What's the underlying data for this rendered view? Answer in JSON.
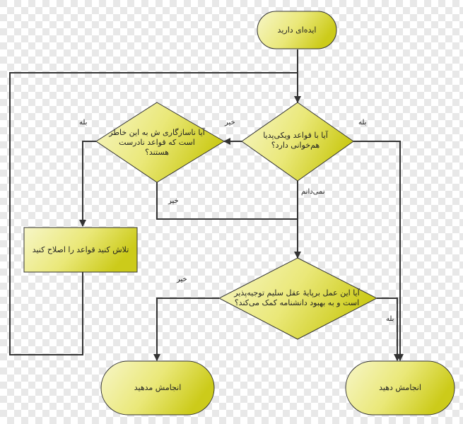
{
  "diagram": {
    "start": "ایده‌ای دارید",
    "q_rules": "آیا با قواعد ویکی‌پدیا هم‌خوانی دارد؟",
    "q_conflict": "آیا ناسازگاری ش به این خاطر است که قواعد نادرست هستند؟",
    "action_fix": "تلاش کنید قواعد را اصلاح کنید",
    "q_action": "آیا این عمل برپایهٔ عقل سلیم توجیه‌پذیر است و به بهبود دانشنامه کمک می‌کند؟",
    "end_no": "انجامش مدهید",
    "end_yes": "انجامش دهید",
    "labels": {
      "yes_left": "بله",
      "no_top": "خیر",
      "yes_right": "بله",
      "dont_know": "نمی‌دانم",
      "no_mid": "خیر",
      "no_bottom": "خیر",
      "yes_bottom": "بله"
    }
  },
  "colors": {
    "node_fill_light": "#f6f4b6",
    "node_fill_dark": "#cfcd16",
    "stroke": "#333333",
    "checker_light": "#ffffff",
    "checker_dark": "#e6e6e6"
  }
}
